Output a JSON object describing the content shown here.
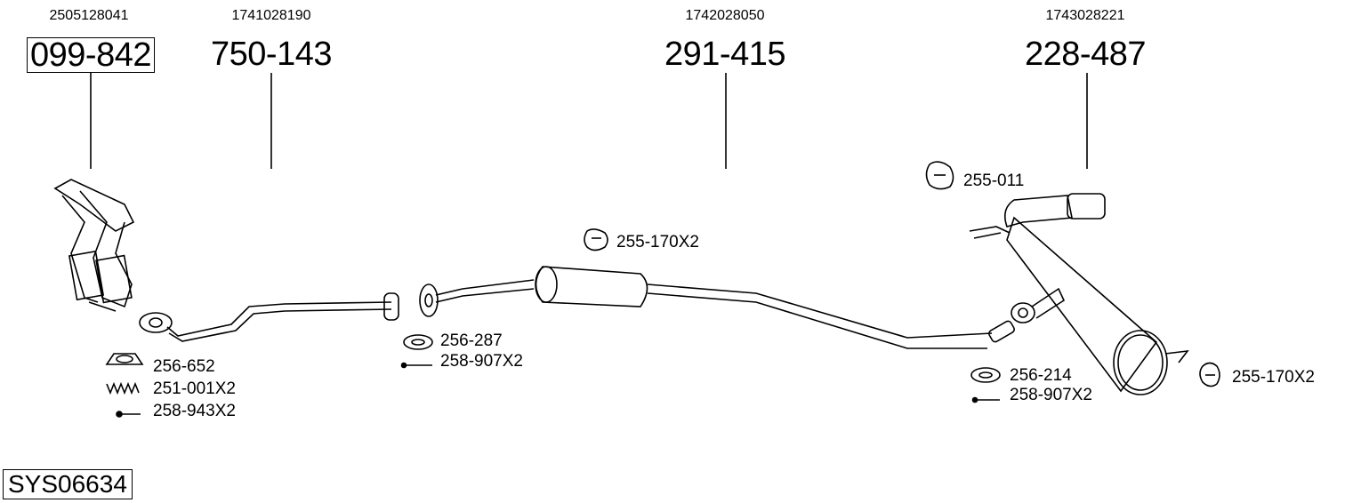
{
  "parts": [
    {
      "oe": "2505128041",
      "number": "099-842",
      "highlighted": true
    },
    {
      "oe": "1741028190",
      "number": "750-143"
    },
    {
      "oe": "1742028050",
      "number": "291-415"
    },
    {
      "oe": "1743028221",
      "number": "228-487"
    }
  ],
  "accessories": {
    "manifold": [
      "256-652",
      "251-001X2",
      "258-943X2"
    ],
    "front_joint": [
      "256-287",
      "258-907X2"
    ],
    "mid_hanger": "255-170X2",
    "rear_hanger_top": "255-011",
    "rear_joint": [
      "256-214",
      "258-907X2"
    ],
    "rear_hanger": "255-170X2"
  },
  "system_id": "SYS06634"
}
